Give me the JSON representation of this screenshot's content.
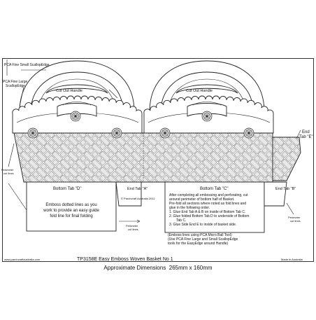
{
  "labels": {
    "small_scallop": "PCA Fine Small ScallopEdge",
    "large_scallop_1": "PCA Fine Large",
    "large_scallop_2": "ScallopEdge",
    "handle_1": "Cut Out Handle",
    "handle_2": "Cut Out Handle",
    "end_tab_e_1": "End",
    "end_tab_e_2": "Tab \"E\"",
    "perimeter_1a": "Perimeter",
    "perimeter_1b": "cut lines",
    "perimeter_2a": "Perimeter",
    "perimeter_2b": "cut lines",
    "perimeter_3a": "Perimeter",
    "perimeter_3b": "cut lines",
    "bottom_tab_d": "Bottom Tab \"D\"",
    "end_tab_a": "End Tab \"A\"",
    "bottom_tab_c": "Bottom Tab \"C\"",
    "end_tab_b": "End Tab \"B\"",
    "copyright": "© Parchcraft Australia 2011",
    "emboss_note_1": "Emboss dotted lines as you",
    "emboss_note_2": "work to provide an easy guide",
    "emboss_note_3": "fold line for final folding",
    "instr_1": "After completing all embossing and perforating, cut",
    "instr_2": "around perimeter of bottom half of Basket.",
    "instr_3": "Pre-fold all sections where noted as fold lines and",
    "instr_4": "glue in the following order.",
    "instr_5": "1. Glue End Tab A & B on inside of Bottom Tab C.",
    "instr_6": "2. Glue folded Bottom Tab D to underside of Bottom",
    "instr_7": "Tab C.",
    "instr_8": "3. Glue Side End E to inside of basket side.",
    "tools_1": "(Emboss lines using PCA Micro Ball Tool)",
    "tools_2": "(Use PCA Fine Large and Small ScallopEdge",
    "tools_3": "tools for the EasyEdge around Handle)",
    "website": "www.parchcraftaustralia.com",
    "product_title": "TP3158E Easy Emboss Woven Basket No 1",
    "made_in": "Made in Australia",
    "dimensions": "Approximate Dimensions  265mm x 160mm"
  }
}
